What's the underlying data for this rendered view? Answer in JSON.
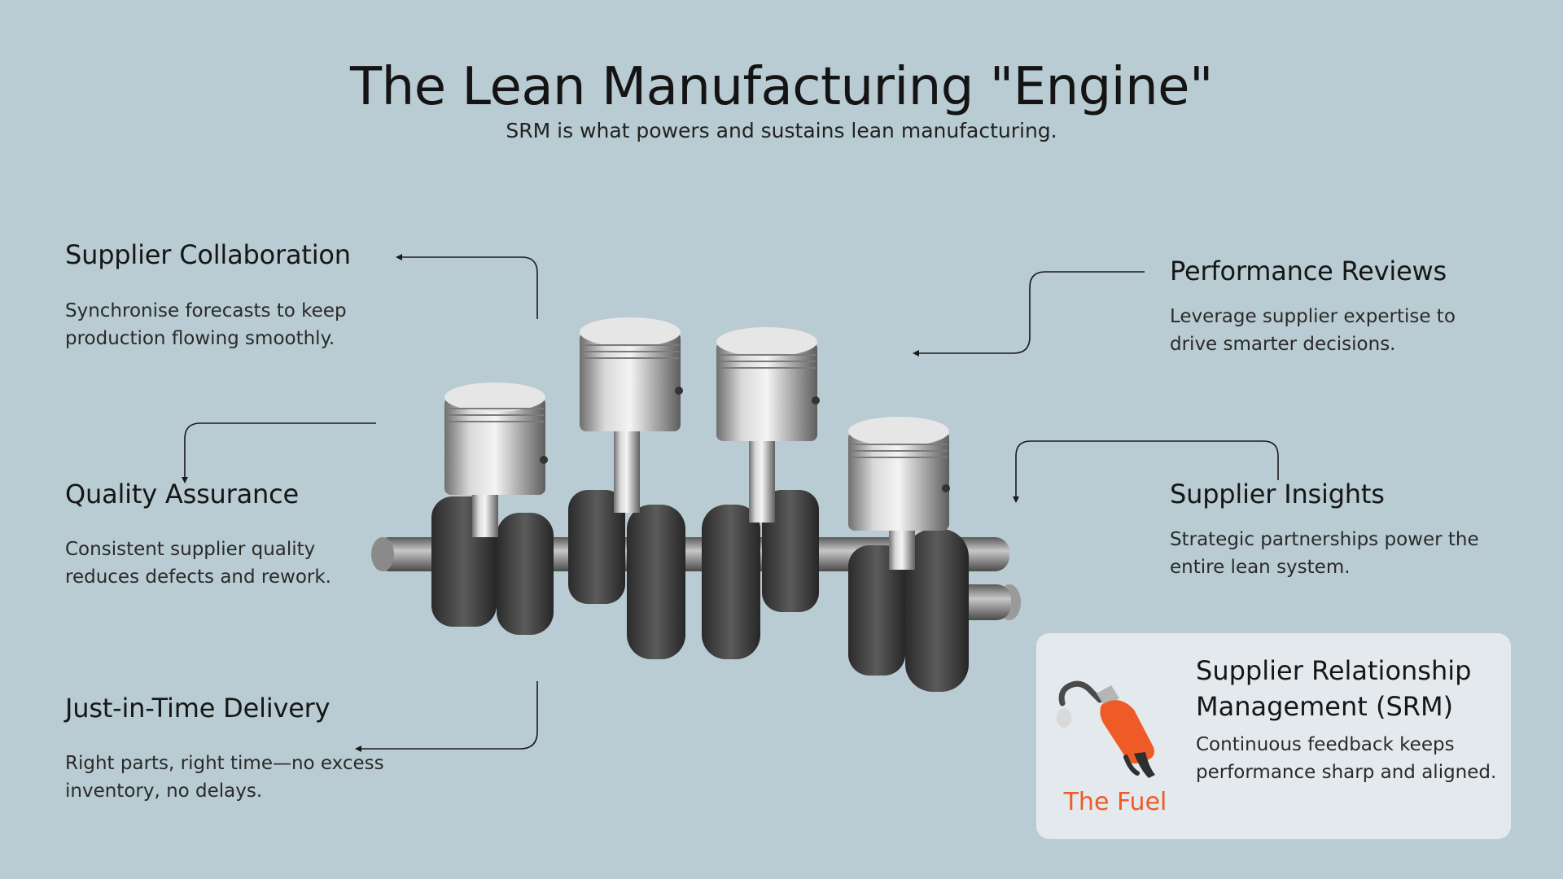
{
  "header": {
    "title": "The Lean Manufacturing \"Engine\"",
    "subtitle": "SRM is what powers and sustains lean manufacturing."
  },
  "blocks": {
    "supplier_collaboration": {
      "title": "Supplier Collaboration",
      "text": "Synchronise forecasts to keep production flowing smoothly."
    },
    "quality_assurance": {
      "title": "Quality Assurance",
      "text": "Consistent supplier quality reduces defects and rework."
    },
    "just_in_time": {
      "title": "Just-in-Time Delivery",
      "text": "Right parts, right time—no excess inventory, no delays."
    },
    "performance_reviews": {
      "title": "Performance Reviews",
      "text": "Leverage supplier expertise to drive smarter decisions."
    },
    "supplier_insights": {
      "title": "Supplier Insights",
      "text": "Strategic partnerships power the entire lean system."
    }
  },
  "fuel": {
    "label": "The Fuel",
    "title": "Supplier Relationship Management (SRM)",
    "text": "Continuous feedback keeps performance sharp and aligned.",
    "icon": "fuel-pump-icon"
  },
  "colors": {
    "background": "#b9cbd3",
    "card": "#e3e9ec",
    "accent": "#ee5b26",
    "text": "#1f1f1f"
  }
}
